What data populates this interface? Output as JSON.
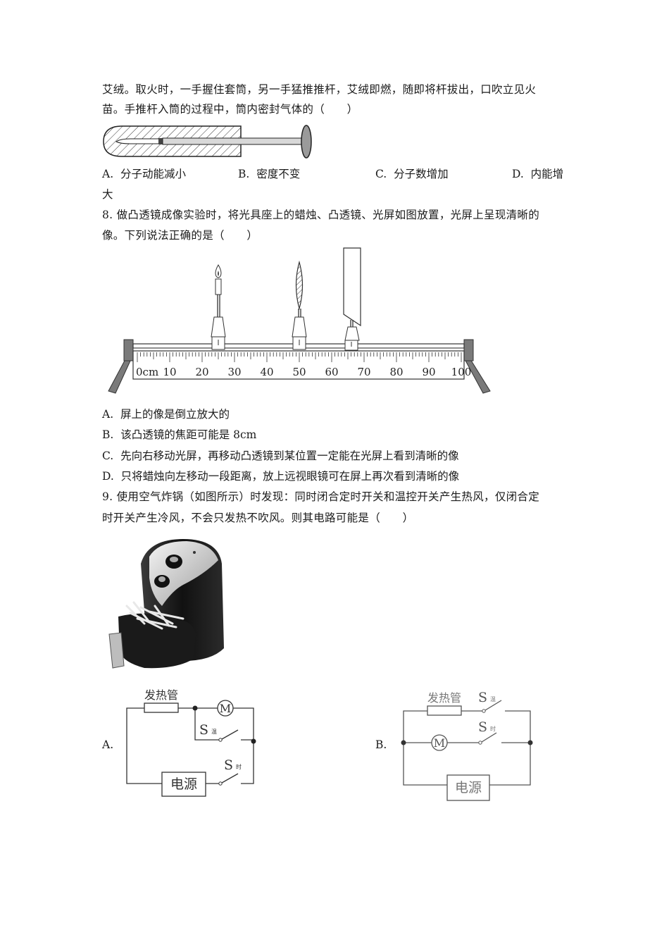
{
  "q7": {
    "stem_lines": [
      "艾绒。取火时，一手握住套筒，另一手猛推推杆，艾绒即燃，随即将杆拔出，口吹立见火",
      "苗。手推杆入筒的过程中，筒内密封气体的（　　）"
    ],
    "figure": "fire-piston-diagram",
    "options": [
      {
        "label": "A.",
        "text": "分子动能减小"
      },
      {
        "label": "B.",
        "text": "密度不变"
      },
      {
        "label": "C.",
        "text": "分子数增加"
      },
      {
        "label": "D.",
        "text": "内能增"
      }
    ],
    "option_d_wrap": "大"
  },
  "q8": {
    "stem_lines": [
      "8. 做凸透镜成像实验时，将光具座上的蜡烛、凸透镜、光屏如图放置，光屏上呈现清晰的",
      "像。下列说法正确的是（　　）"
    ],
    "figure": {
      "name": "optical-bench-diagram",
      "ruler_unit": "cm",
      "ticks": [
        "0cm",
        "10",
        "20",
        "30",
        "40",
        "50",
        "60",
        "70",
        "80",
        "90",
        "100"
      ],
      "candle_position_cm": 25,
      "lens_position_cm": 50,
      "screen_position_cm": 67
    },
    "options": [
      {
        "label": "A.",
        "text": "屏上的像是倒立放大的"
      },
      {
        "label": "B.",
        "text": "该凸透镜的焦距可能是 8cm"
      },
      {
        "label": "C.",
        "text": "先向右移动光屏，再移动凸透镜到某位置一定能在光屏上看到清晰的像"
      },
      {
        "label": "D.",
        "text": "只将蜡烛向左移动一段距离，放上远视眼镜可在屏上再次看到清晰的像"
      }
    ]
  },
  "q9": {
    "stem_lines": [
      "9. 使用空气炸锅（如图所示）时发现：同时闭合定时开关和温控开关产生热风，仅闭合定",
      "时开关产生冷风，不会只发热不吹风。则其电路可能是（　　）"
    ],
    "figure": "air-fryer-photo",
    "circuits": [
      {
        "label": "A.",
        "heater": "发热管",
        "motor": "M",
        "switch_temp": "S",
        "switch_temp_sub": "温",
        "switch_timer": "S",
        "switch_timer_sub": "时",
        "power": "电源"
      },
      {
        "label": "B.",
        "heater": "发热管",
        "motor": "M",
        "switch_temp": "S",
        "switch_temp_sub": "温",
        "switch_timer": "S",
        "switch_timer_sub": "时",
        "power": "电源"
      }
    ]
  }
}
